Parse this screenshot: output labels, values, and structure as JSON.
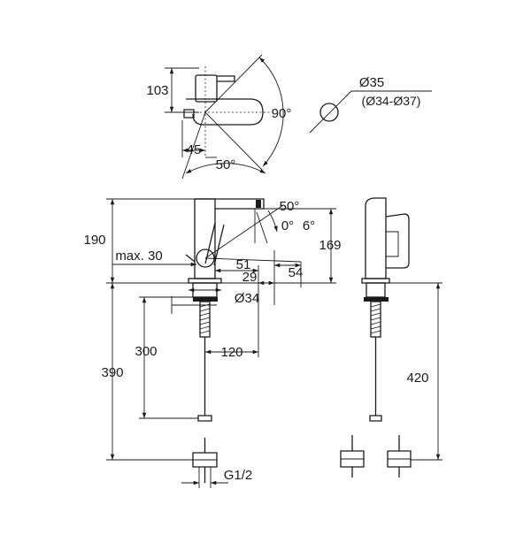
{
  "dims": {
    "d103": "103",
    "d45": "45",
    "a90": "90°",
    "a50_top": "50°",
    "a50_side": "50°",
    "a0": "0°",
    "a6": "6°",
    "d190": "190",
    "d169": "169",
    "max30": "max. 30",
    "d51": "51",
    "d29": "29",
    "d54": "54",
    "dia34": "Ø34",
    "d300": "300",
    "d120": "120",
    "d390": "390",
    "d420": "420",
    "g12": "G1/2",
    "dia35": "Ø35",
    "dia_range": "(Ø34-Ø37)"
  }
}
